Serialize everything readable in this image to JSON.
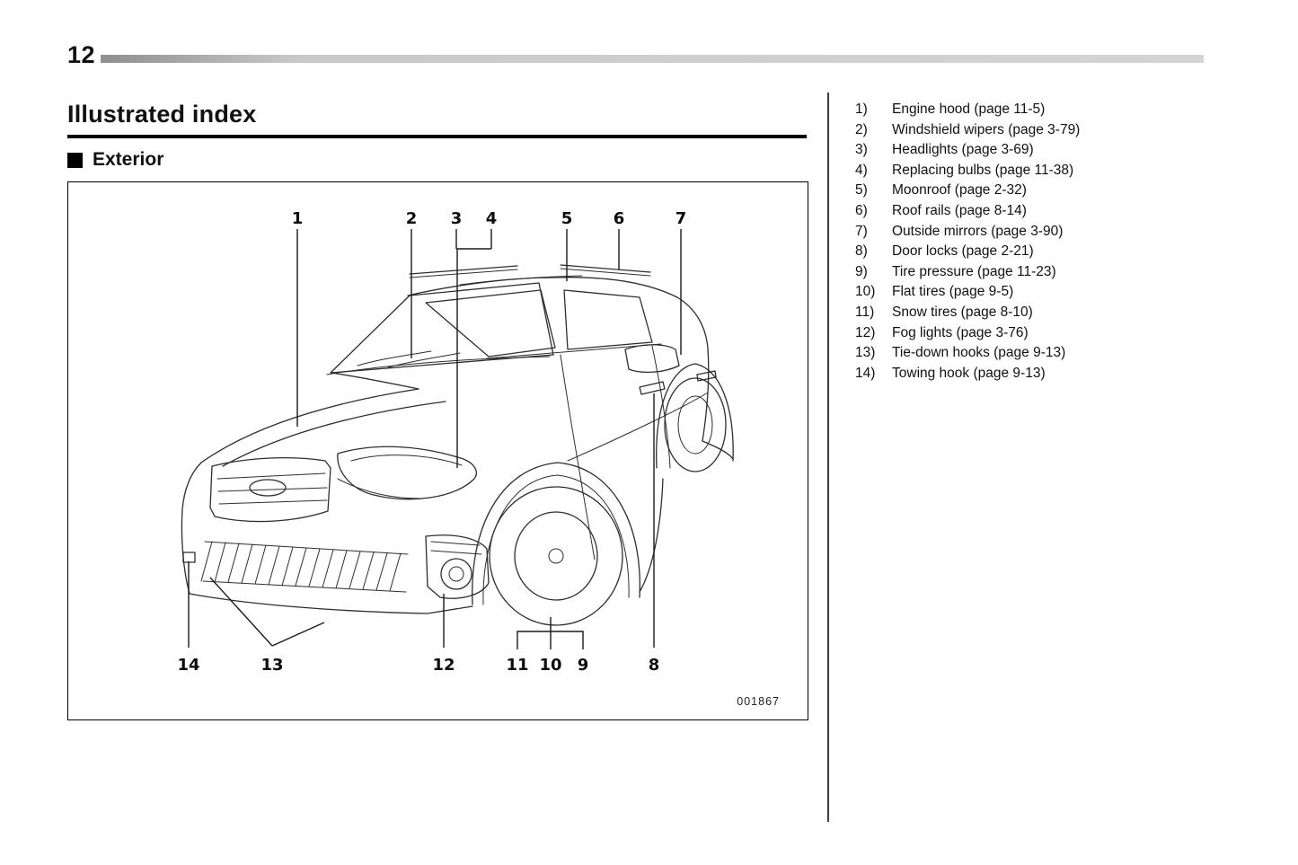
{
  "page": {
    "number": "12"
  },
  "headings": {
    "title": "Illustrated index",
    "section": "Exterior"
  },
  "figure": {
    "code": "001867",
    "callouts": [
      "1",
      "2",
      "3",
      "4",
      "5",
      "6",
      "7",
      "8",
      "9",
      "10",
      "11",
      "12",
      "13",
      "14"
    ]
  },
  "index": {
    "items": [
      {
        "num": "1)",
        "label": "Engine hood (page 11-5)"
      },
      {
        "num": "2)",
        "label": "Windshield wipers (page 3-79)"
      },
      {
        "num": "3)",
        "label": "Headlights (page 3-69)"
      },
      {
        "num": "4)",
        "label": "Replacing bulbs (page 11-38)"
      },
      {
        "num": "5)",
        "label": "Moonroof (page 2-32)"
      },
      {
        "num": "6)",
        "label": "Roof rails (page 8-14)"
      },
      {
        "num": "7)",
        "label": "Outside mirrors (page 3-90)"
      },
      {
        "num": "8)",
        "label": "Door locks (page 2-21)"
      },
      {
        "num": "9)",
        "label": "Tire pressure (page 11-23)"
      },
      {
        "num": "10)",
        "label": "Flat tires (page 9-5)"
      },
      {
        "num": "11)",
        "label": "Snow tires (page 8-10)"
      },
      {
        "num": "12)",
        "label": "Fog lights (page 3-76)"
      },
      {
        "num": "13)",
        "label": "Tie-down hooks (page 9-13)"
      },
      {
        "num": "14)",
        "label": "Towing hook (page 9-13)"
      }
    ]
  }
}
